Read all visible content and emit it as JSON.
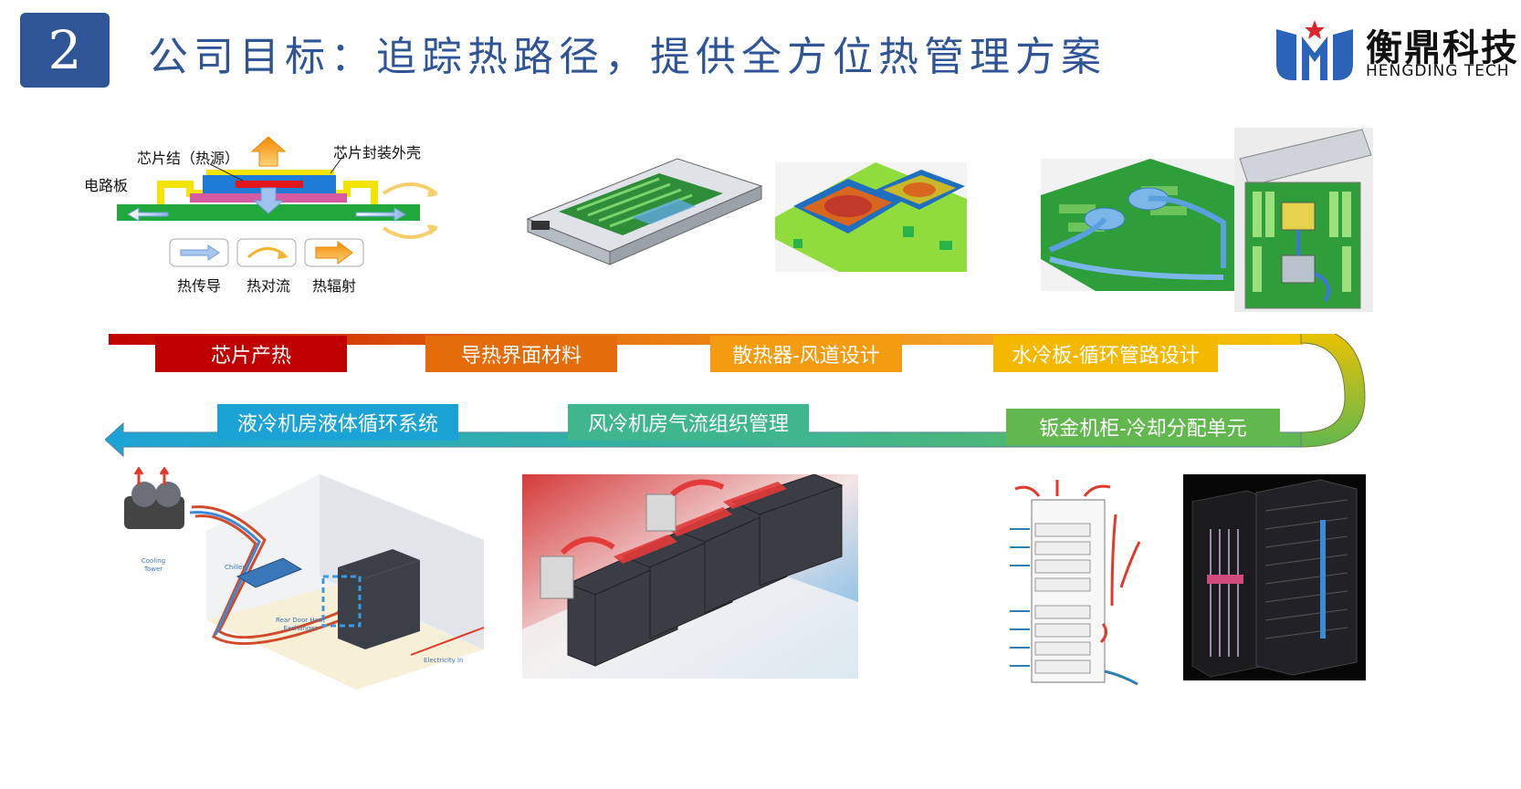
{
  "header": {
    "section_number": "2",
    "title": "公司目标：追踪热路径，提供全方位热管理方案",
    "logo_cn": "衡鼎科技",
    "logo_en": "HENGDING TECH"
  },
  "chip_diagram": {
    "chip_junction": "芯片结（热源）",
    "package_shell": "芯片封装外壳",
    "circuit_board": "电路板",
    "legend": [
      "热传导",
      "热对流",
      "热辐射"
    ]
  },
  "flow": {
    "top_stages": [
      "芯片产热",
      "导热界面材料",
      "散热器-风道设计",
      "水冷板-循环管路设计"
    ],
    "bottom_stages": [
      "液冷机房液体循环系统",
      "风冷机房气流组织管理",
      "钣金机柜-冷却分配单元"
    ]
  },
  "liquid_room": {
    "cooling_tower": "Cooling Tower",
    "chiller": "Chiller",
    "rear_door": "Rear Door Heat Exchanger",
    "electricity": "Electricity In"
  },
  "colors": {
    "accent": "#2f5597",
    "stage_1": "#c00000",
    "stage_2": "#e46c0a",
    "stage_3": "#f39c12",
    "stage_4": "#f5b800",
    "stage_5": "#1ba3d6",
    "stage_6": "#3fb68e",
    "stage_7": "#62b84f"
  }
}
